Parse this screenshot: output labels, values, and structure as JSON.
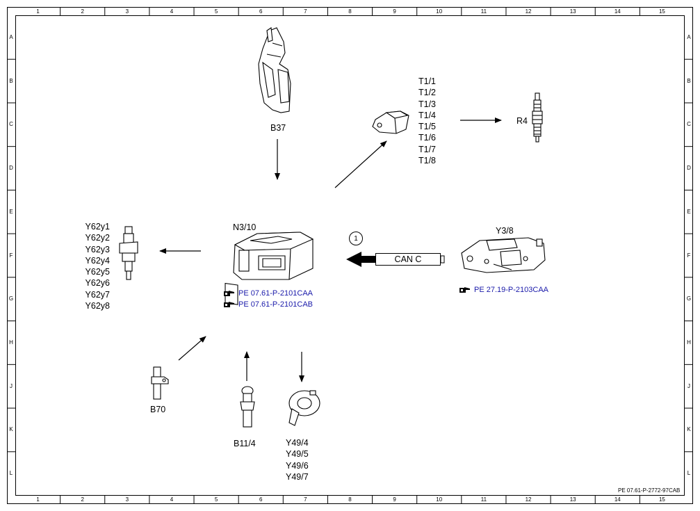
{
  "grid": {
    "columns": [
      "1",
      "2",
      "3",
      "4",
      "5",
      "6",
      "7",
      "8",
      "9",
      "10",
      "11",
      "12",
      "13",
      "14",
      "15"
    ],
    "rows": [
      "A",
      "B",
      "C",
      "D",
      "E",
      "F",
      "G",
      "H",
      "J",
      "K",
      "L"
    ]
  },
  "components": {
    "b37": {
      "label": "B37"
    },
    "n3_10": {
      "label": "N3/10",
      "refs": [
        "PE 07.61-P-2101CAA",
        "PE 07.61-P-2101CAB"
      ]
    },
    "t1": {
      "labels": [
        "T1/1",
        "T1/2",
        "T1/3",
        "T1/4",
        "T1/5",
        "T1/6",
        "T1/7",
        "T1/8"
      ]
    },
    "r4": {
      "label": "R4"
    },
    "y62": {
      "labels": [
        "Y62y1",
        "Y62y2",
        "Y62y3",
        "Y62y4",
        "Y62y5",
        "Y62y6",
        "Y62y7",
        "Y62y8"
      ]
    },
    "y3_8": {
      "label": "Y3/8",
      "ref": "PE 27.19-P-2103CAA"
    },
    "can": {
      "label": "CAN C",
      "callout": "1"
    },
    "b70": {
      "label": "B70"
    },
    "b11_4": {
      "label": "B11/4"
    },
    "y49": {
      "labels": [
        "Y49/4",
        "Y49/5",
        "Y49/6",
        "Y49/7"
      ]
    }
  },
  "doc_id": "PE 07.61-P-2772-97CAB",
  "colors": {
    "link": "#1a1aaa",
    "line": "#000000",
    "background": "#ffffff"
  }
}
